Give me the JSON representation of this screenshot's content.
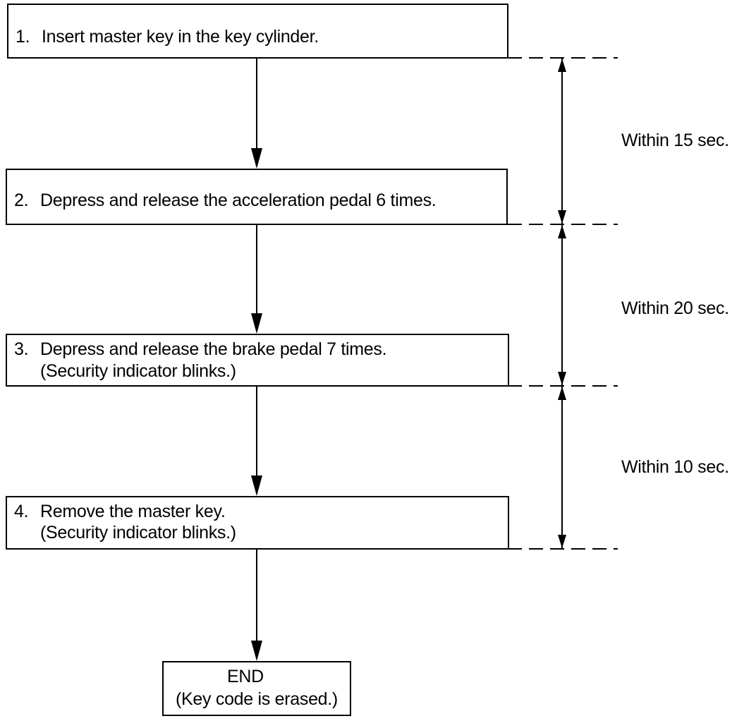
{
  "steps": [
    {
      "number": "1.",
      "lines": [
        "Insert master key in the key cylinder."
      ]
    },
    {
      "number": "2.",
      "lines": [
        "Depress and release the acceleration pedal 6 times."
      ]
    },
    {
      "number": "3.",
      "lines": [
        "Depress and release the brake pedal 7 times.",
        "(Security indicator blinks.)"
      ]
    },
    {
      "number": "4.",
      "lines": [
        "Remove the master key.",
        "(Security indicator blinks.)"
      ]
    }
  ],
  "end": {
    "title": "END",
    "note": "(Key code is erased.)"
  },
  "timings": [
    {
      "label": "Within 15 sec.",
      "from_step": 1,
      "to_step": 2
    },
    {
      "label": "Within 20 sec.",
      "from_step": 2,
      "to_step": 3
    },
    {
      "label": "Within 10 sec.",
      "from_step": 3,
      "to_step": 4
    }
  ]
}
